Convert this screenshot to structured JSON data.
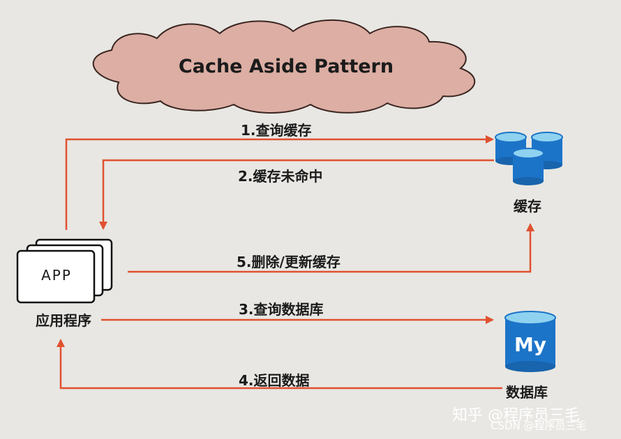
{
  "title": "Cache Aside Pattern",
  "steps": {
    "s1": "1.查询缓存",
    "s2": "2.缓存未命中",
    "s3": "3.查询数据库",
    "s4": "4.返回数据",
    "s5": "5.删除/更新缓存"
  },
  "nodes": {
    "app_box": "APP",
    "app": "应用程序",
    "cache": "缓存",
    "db": "数据库",
    "db_logo": "My"
  },
  "watermark": {
    "zhihu": "知乎 @程序员三毛",
    "csdn": "CSDN @程序员三毛"
  },
  "colors": {
    "arrow": "#e0512f",
    "cloud_fill": "#dcaea4",
    "db_blue": "#1c74c8",
    "cylinder_top": "#8fd2f0"
  }
}
